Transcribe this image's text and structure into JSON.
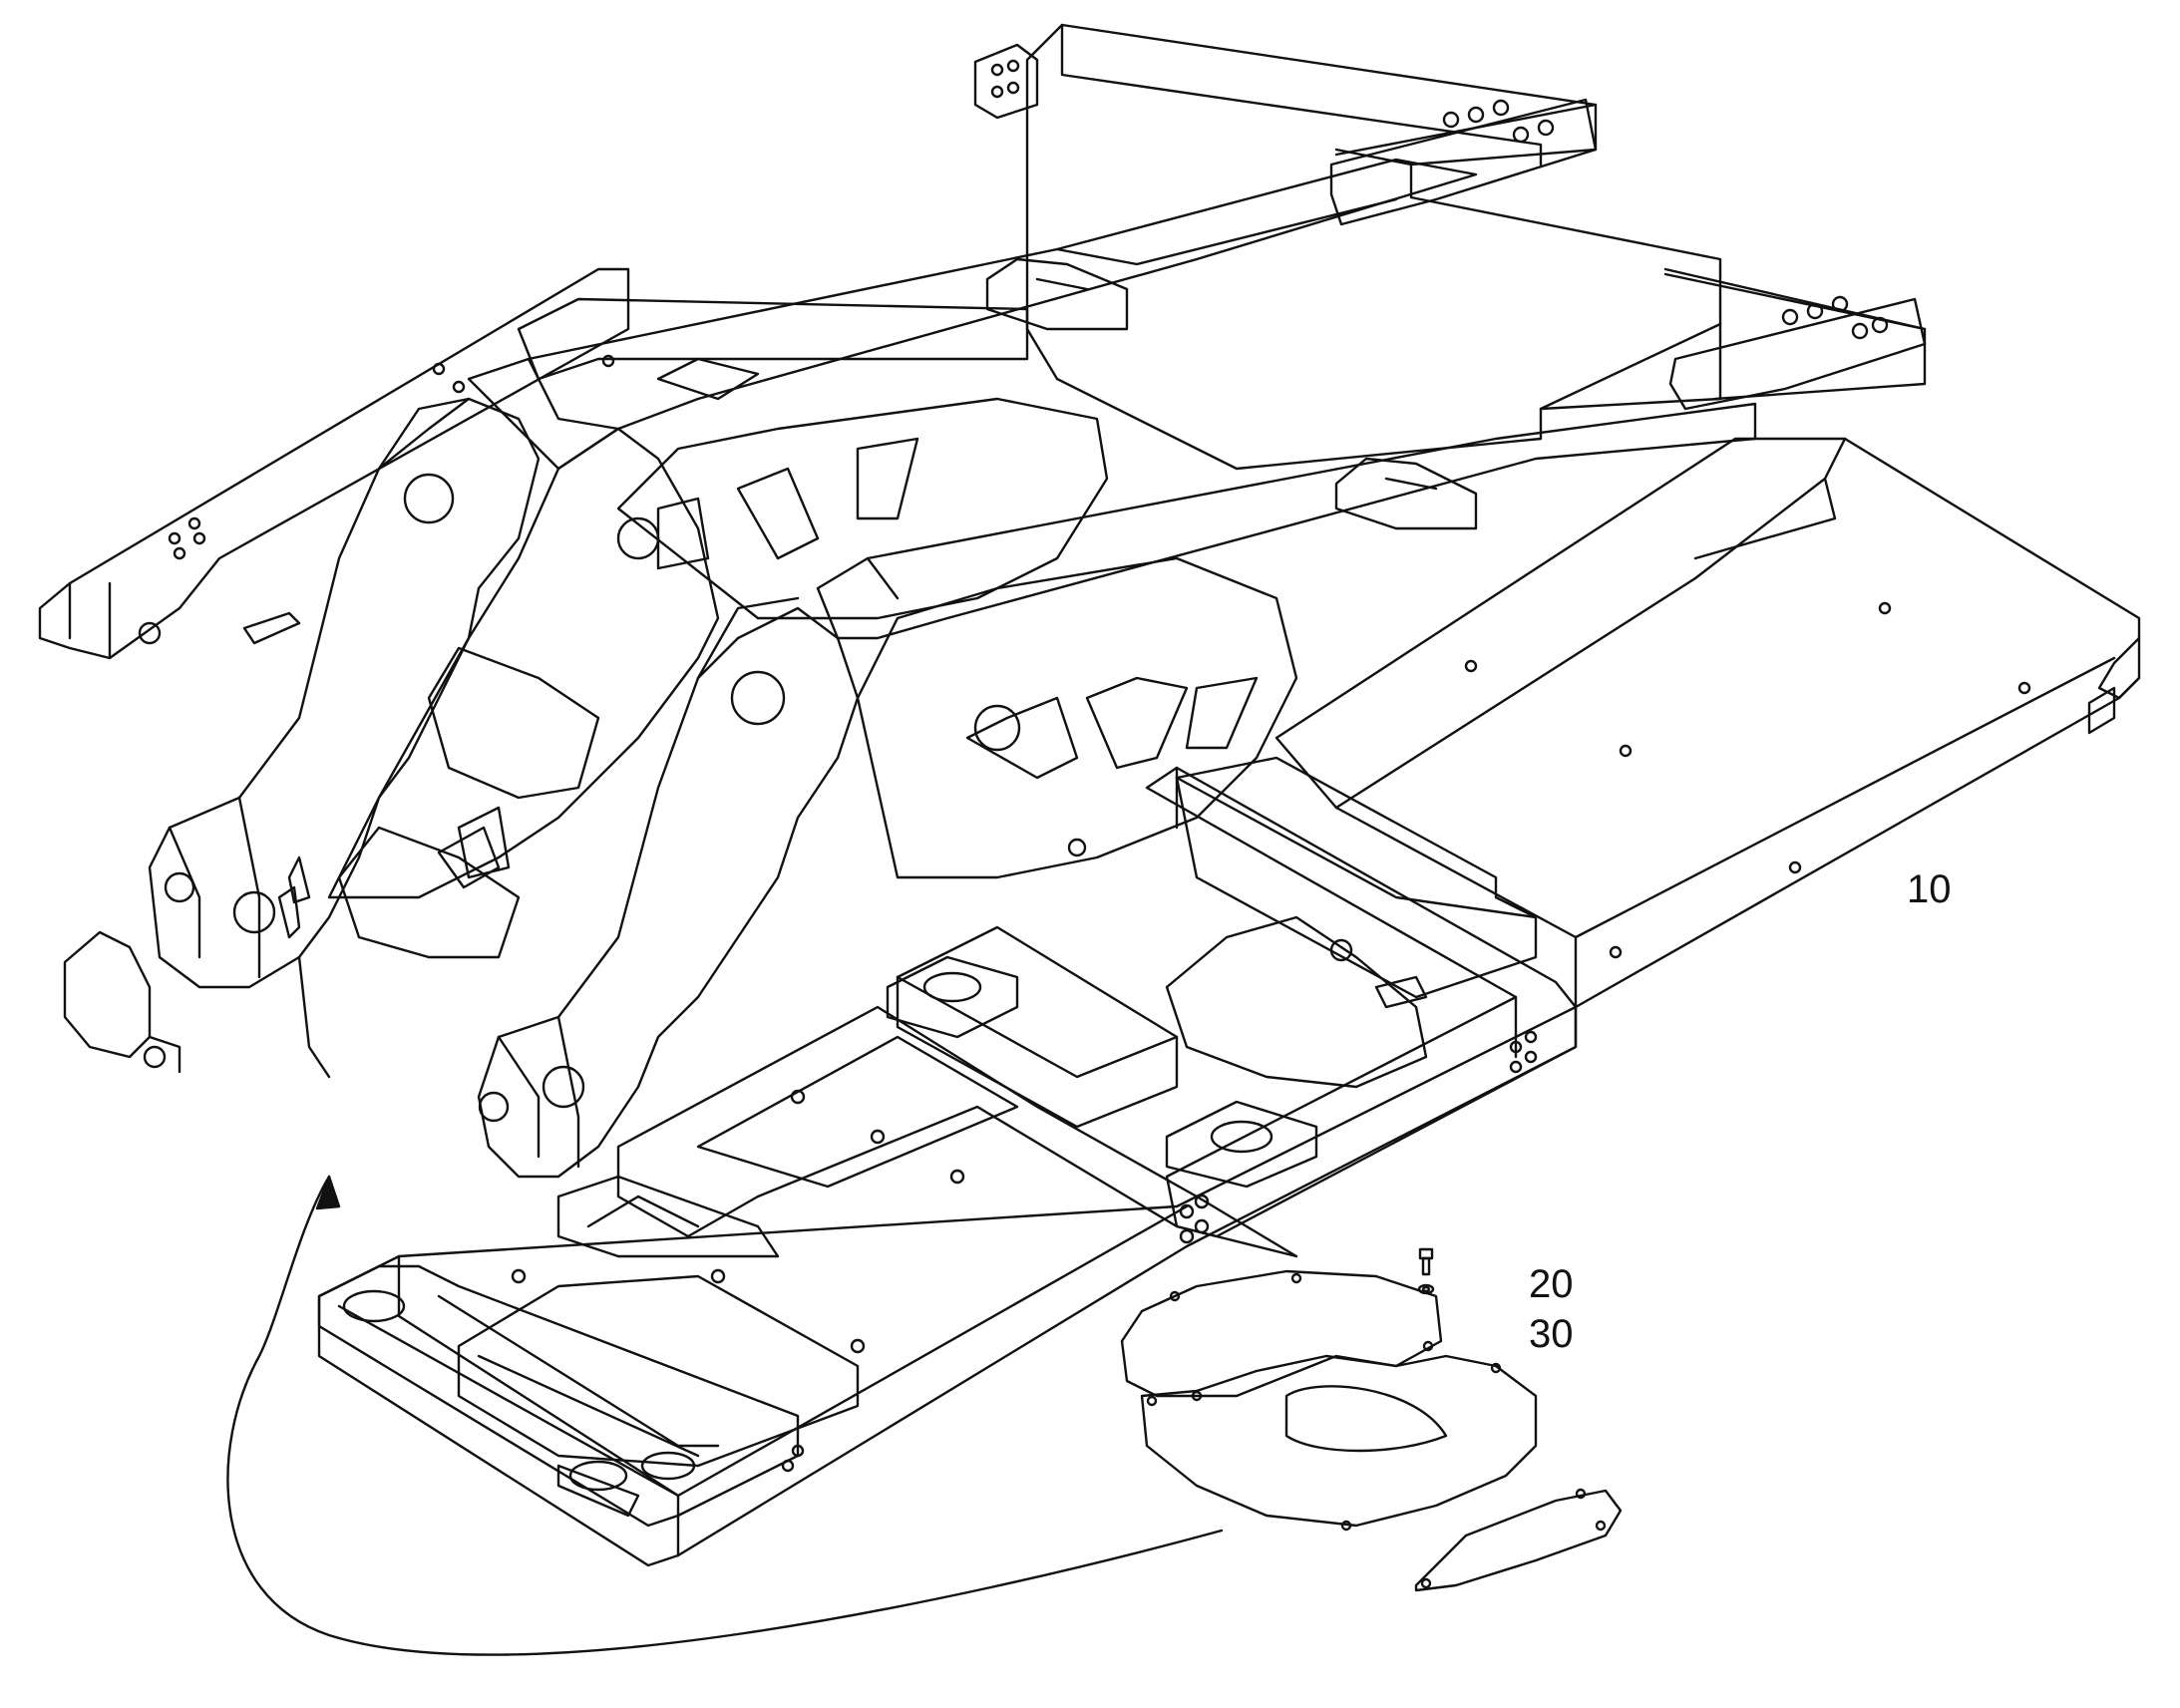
{
  "callouts": [
    {
      "id": "10",
      "text": "10"
    },
    {
      "id": "20",
      "text": "20"
    },
    {
      "id": "30",
      "text": "30"
    }
  ],
  "colors": {
    "line": "#111111",
    "background": "#ffffff"
  }
}
